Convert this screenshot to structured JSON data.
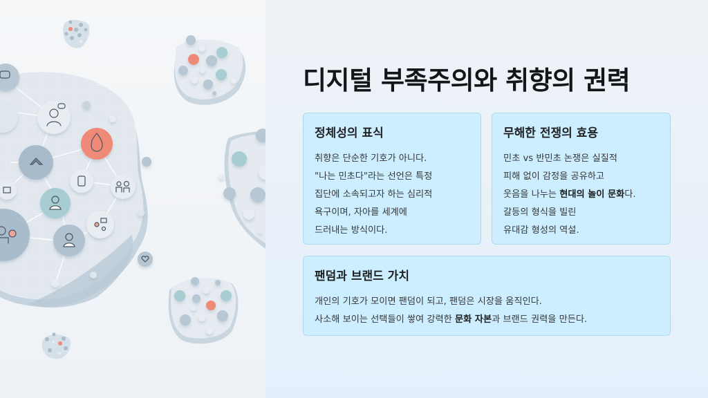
{
  "title": "디지털 부족주의와 취향의 권력",
  "cards": [
    {
      "title": "정체성의 표식",
      "lines": [
        {
          "pre": "취향은 단순한 기호가 아니다.",
          "bold": "",
          "post": ""
        },
        {
          "pre": "\"나는 민초다\"라는 선언은 특정",
          "bold": "",
          "post": ""
        },
        {
          "pre": "집단에 소속되고자 하는 심리적",
          "bold": "",
          "post": ""
        },
        {
          "pre": "욕구이며, 자아를 세계에",
          "bold": "",
          "post": ""
        },
        {
          "pre": "드러내는 방식이다.",
          "bold": "",
          "post": ""
        }
      ]
    },
    {
      "title": "무해한 전쟁의 효용",
      "lines": [
        {
          "pre": "민초 vs 반민초 논쟁은 실질적",
          "bold": "",
          "post": ""
        },
        {
          "pre": "피해 없이 감정을 공유하고",
          "bold": "",
          "post": ""
        },
        {
          "pre": "웃음을 나누는 ",
          "bold": "현대의 놀이 문화",
          "post": "다."
        },
        {
          "pre": "갈등의 형식을 빌린",
          "bold": "",
          "post": ""
        },
        {
          "pre": "유대감 형성의 역설.",
          "bold": "",
          "post": ""
        }
      ]
    },
    {
      "title": "팬덤과 브랜드 가치",
      "lines": [
        {
          "pre": "개인의 기호가 모이면 팬덤이 되고, 팬덤은 시장을 움직인다.",
          "bold": "",
          "post": ""
        },
        {
          "pre": "사소해 보이는 선택들이 쌓여 강력한 ",
          "bold": "문화 자본",
          "post": "과 브랜드 권력을 만든다."
        }
      ]
    }
  ],
  "illustration": {
    "description": "isometric network islands of connected community icons",
    "colors": {
      "accent": "#f08a78",
      "teal": "#a9cfd3",
      "slate": "#a9bccb",
      "node_light": "#e6ecf1",
      "island": "#dfe6ec",
      "island_edge": "#b7c7d4"
    },
    "icons": [
      "chat-icon",
      "cubes-icon",
      "person-speech-icon",
      "drop-icon",
      "chevron-icon",
      "home-icon",
      "jar-icon",
      "family-icon",
      "person-icon",
      "network-icon",
      "group-icon",
      "user-icon",
      "heart-icon"
    ]
  }
}
